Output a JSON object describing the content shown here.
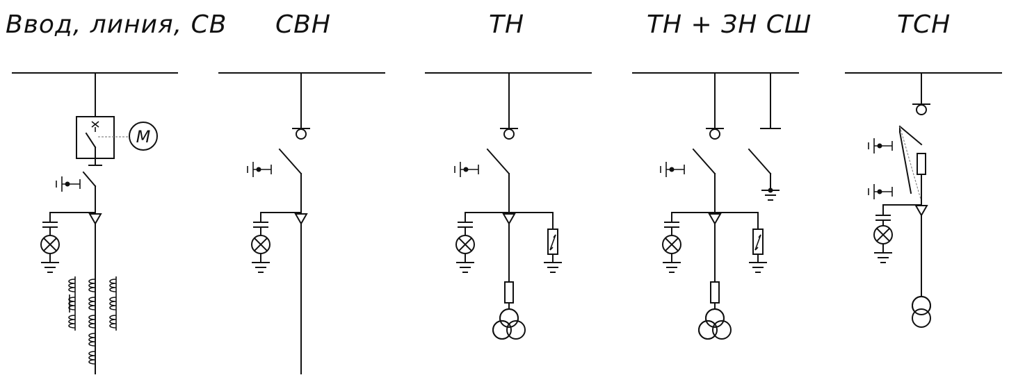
{
  "diagram": {
    "columns": [
      {
        "id": "vvod",
        "title": "Ввод, линия, СВ",
        "motor_label": "M"
      },
      {
        "id": "svn",
        "title": "СВН"
      },
      {
        "id": "tn",
        "title": "ТН"
      },
      {
        "id": "tn_zn",
        "title": "ТН + ЗН СШ"
      },
      {
        "id": "tsn",
        "title": "ТСН"
      }
    ]
  }
}
